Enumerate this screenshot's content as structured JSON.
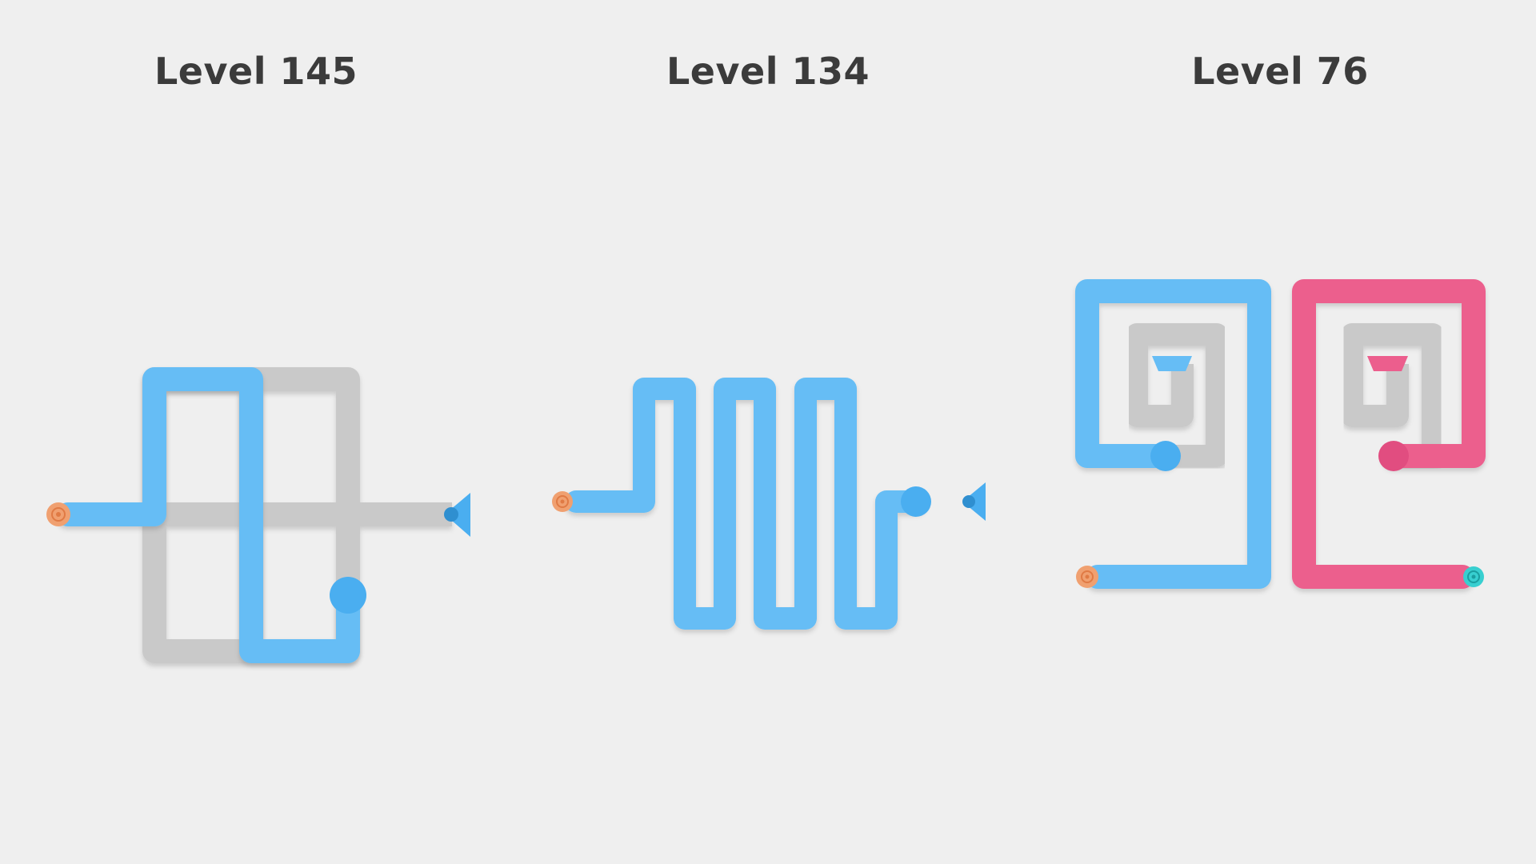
{
  "levels": [
    {
      "title": "Level 145"
    },
    {
      "title": "Level 134"
    },
    {
      "title": "Level 76"
    }
  ],
  "colors": {
    "background": "#efefef",
    "track": "#c9c9c9",
    "pipe_blue": "#66bdf5",
    "pipe_pink": "#ec5e8d",
    "start_orange": "#f0a070",
    "goal_teal": "#38cfd0",
    "goal_blue": "#4aaef0",
    "title": "#3b3b3b"
  },
  "icons": {
    "start_marker": "orange-spiral-start-icon",
    "end_marker": "blue-triangle-goal-icon",
    "alt_end_marker": "teal-spiral-goal-icon"
  }
}
